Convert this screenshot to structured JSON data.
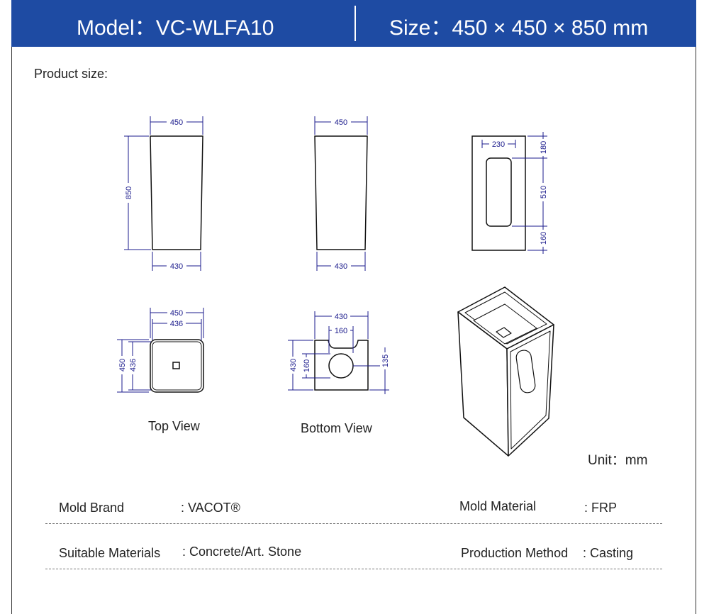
{
  "header": {
    "model": "Model：VC-WLFA10",
    "size": "Size：450 × 450 × 850 mm"
  },
  "section_label": "Product size:",
  "dimensions": {
    "front": {
      "top": "450",
      "bottom": "430",
      "height": "850"
    },
    "side": {
      "top": "450",
      "bottom": "430"
    },
    "back": {
      "width": "230",
      "top": "180",
      "middle": "510",
      "bottom": "160"
    },
    "top_view": {
      "outer": "450",
      "inner": "436",
      "outer_v": "450",
      "inner_v": "436"
    },
    "bottom_view": {
      "width": "430",
      "hole": "160",
      "height": "430",
      "hole_v": "160",
      "offset": "135"
    }
  },
  "captions": {
    "top_view": "Top View",
    "bottom_view": "Bottom View"
  },
  "unit": "Unit：mm",
  "specs": {
    "mold_brand_label": "Mold Brand",
    "mold_brand_value": ": VACOT®",
    "mold_material_label": "Mold Material",
    "mold_material_value": ":  FRP",
    "suitable_materials_label": "Suitable Materials",
    "suitable_materials_value": ":  Concrete/Art. Stone",
    "production_method_label": "Production Method",
    "production_method_value": ":  Casting"
  }
}
